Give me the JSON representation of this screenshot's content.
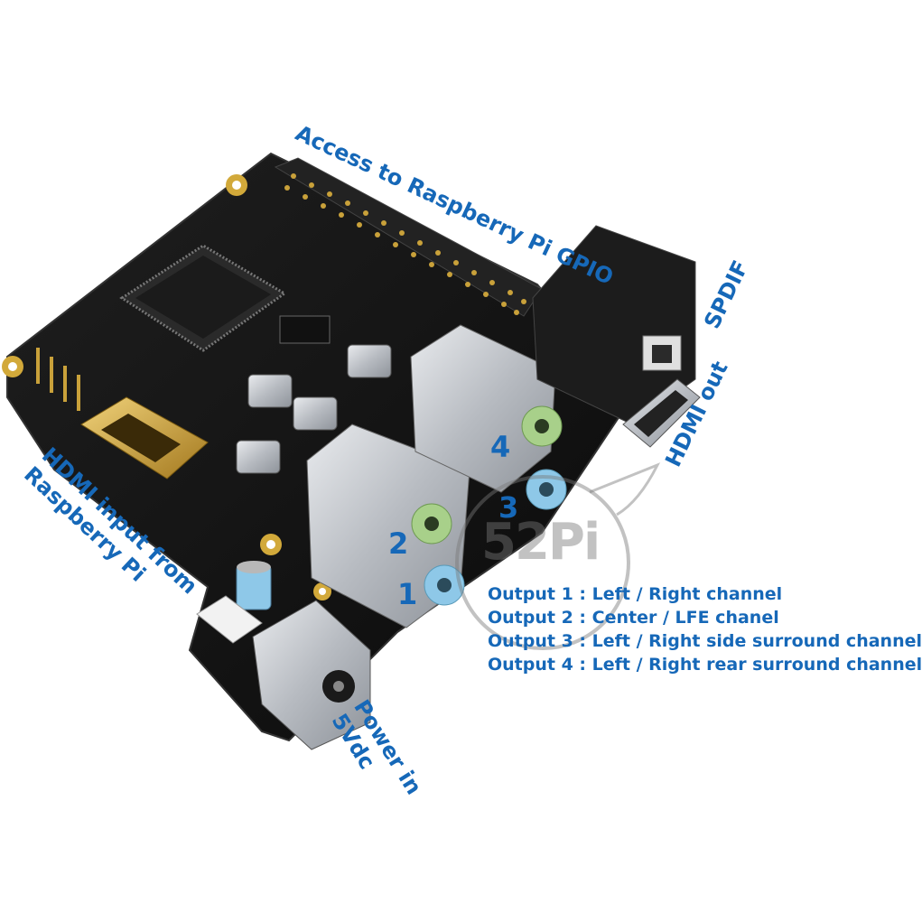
{
  "labels": {
    "gpio": "Access to Raspberry Pi GPIO",
    "spdif": "SPDIF",
    "hdmi_out": "HDMI out",
    "hdmi_in": "HDMI input from Raspberry Pi",
    "power": "Power in 5Vdc"
  },
  "jack_numbers": [
    "1",
    "2",
    "3",
    "4"
  ],
  "outputs": [
    "Output 1 : Left / Right channel",
    "Output 2 : Center / LFE chanel",
    "Output 3 : Left / Right side surround channel",
    "Output 4 : Left / Right rear surround channel"
  ],
  "watermark": "52Pi",
  "colors": {
    "label_blue": "#1668b8",
    "pcb_black": "#141414",
    "pad_gold": "#d2a93a",
    "jack_green": "#a8d08a",
    "jack_blue": "#8ec8e8",
    "metal_silver": "#c9ccd1"
  }
}
